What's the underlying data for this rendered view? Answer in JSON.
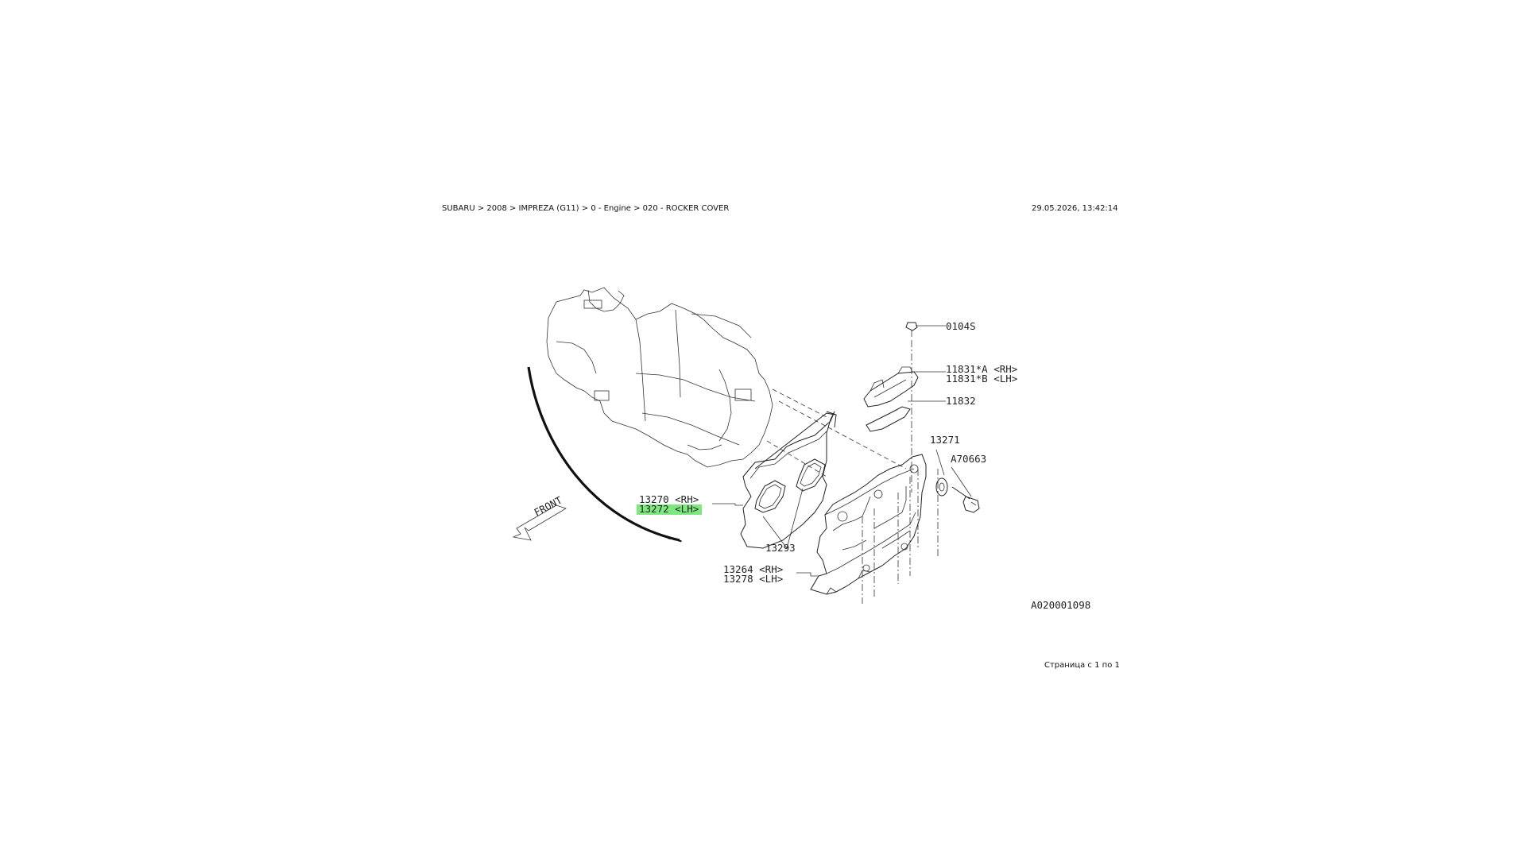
{
  "header": {
    "breadcrumb": "SUBARU > 2008 > IMPREZA (G11) > 0 - Engine > 020 - ROCKER COVER",
    "datetime": "29.05.2026, 13:42:14"
  },
  "footer": {
    "page_indicator": "Страница с 1 по 1"
  },
  "diagram": {
    "code": "A020001098",
    "front_label": "FRONT",
    "highlight_color": "#7ee87e",
    "callouts": {
      "c01045": "0104S",
      "c11831a": "11831*A <RH>",
      "c11831b": "11831*B <LH>",
      "c11832": "11832",
      "c13271": "13271",
      "cA70663": "A70663",
      "c13270": "13270 <RH>",
      "c13272": "13272 <LH>",
      "c13293": "13293",
      "c13264": "13264 <RH>",
      "c13278": "13278 <LH>"
    }
  }
}
